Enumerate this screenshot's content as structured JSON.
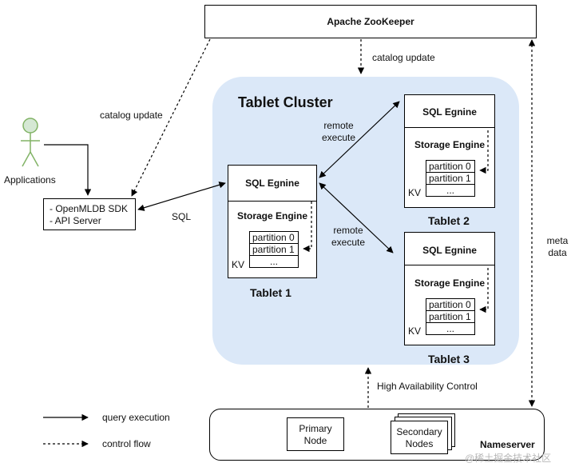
{
  "zookeeper": {
    "title": "Apache ZooKeeper"
  },
  "cluster": {
    "title": "Tablet Cluster"
  },
  "tablets": [
    {
      "name": "Tablet 1",
      "sql": "SQL Egnine",
      "storage": "Storage Engine",
      "partitions": [
        "partition 0",
        "partition 1",
        "..."
      ],
      "kv": "KV"
    },
    {
      "name": "Tablet 2",
      "sql": "SQL Egnine",
      "storage": "Storage Engine",
      "partitions": [
        "partition 0",
        "partition 1",
        "..."
      ],
      "kv": "KV"
    },
    {
      "name": "Tablet 3",
      "sql": "SQL Egnine",
      "storage": "Storage Engine",
      "partitions": [
        "partition 0",
        "partition 1",
        "..."
      ],
      "kv": "KV"
    }
  ],
  "actor": {
    "label": "Applications"
  },
  "sdk": {
    "line1": "- OpenMLDB SDK",
    "line2": "- API Server"
  },
  "labels": {
    "catalog_update_top": "catalog  update",
    "catalog_update_left": "catalog update",
    "sql": "SQL",
    "remote_execute_1_a": "remote",
    "remote_execute_1_b": "execute",
    "remote_execute_2_a": "remote",
    "remote_execute_2_b": "execute",
    "meta_a": "meta",
    "meta_b": "data",
    "ha_control": "High Availability Control"
  },
  "nameserver": {
    "title": "Nameserver",
    "primary_a": "Primary",
    "primary_b": "Node",
    "secondary_a": "Secondary",
    "secondary_b": "Nodes"
  },
  "legend": {
    "solid": "query execution",
    "dashed": "control flow"
  },
  "watermark": "@稀土掘金技术社区"
}
